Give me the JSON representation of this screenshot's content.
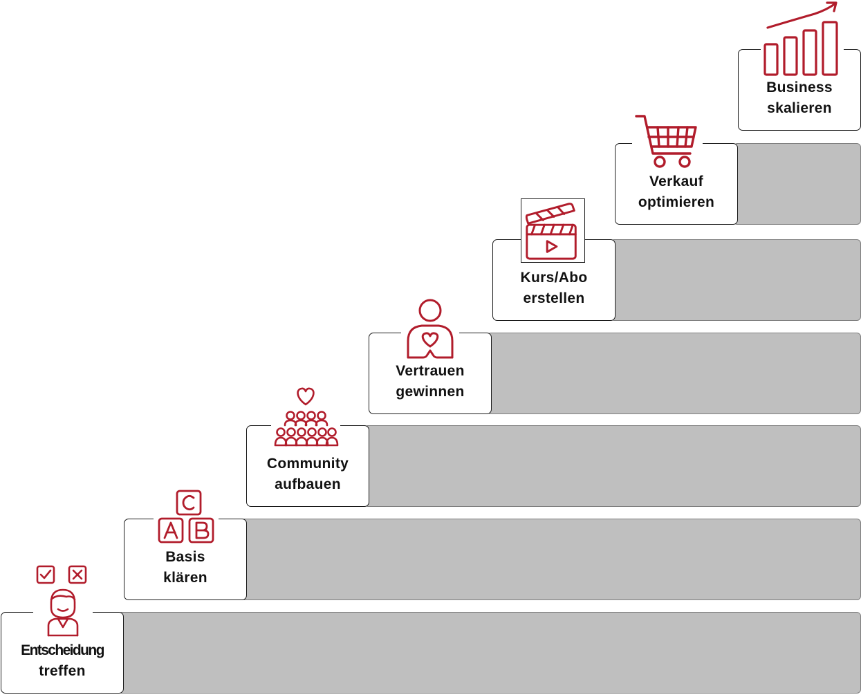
{
  "colors": {
    "accent": "#b11c2b",
    "step_fill": "#bfbfbf",
    "box_border": "#1a1a1a"
  },
  "steps": [
    {
      "line1": "Entscheidung",
      "line2": "treffen",
      "icon": "decision-person-icon"
    },
    {
      "line1": "Basis",
      "line2": "klären",
      "icon": "abc-blocks-icon"
    },
    {
      "line1": "Community",
      "line2": "aufbauen",
      "icon": "community-icon"
    },
    {
      "line1": "Vertrauen",
      "line2": "gewinnen",
      "icon": "trust-heart-person-icon"
    },
    {
      "line1": "Kurs/Abo",
      "line2": "erstellen",
      "icon": "video-clapperboard-icon"
    },
    {
      "line1": "Verkauf",
      "line2": "optimieren",
      "icon": "shopping-cart-icon"
    },
    {
      "line1": "Business",
      "line2": "skalieren",
      "icon": "growth-chart-icon"
    }
  ]
}
